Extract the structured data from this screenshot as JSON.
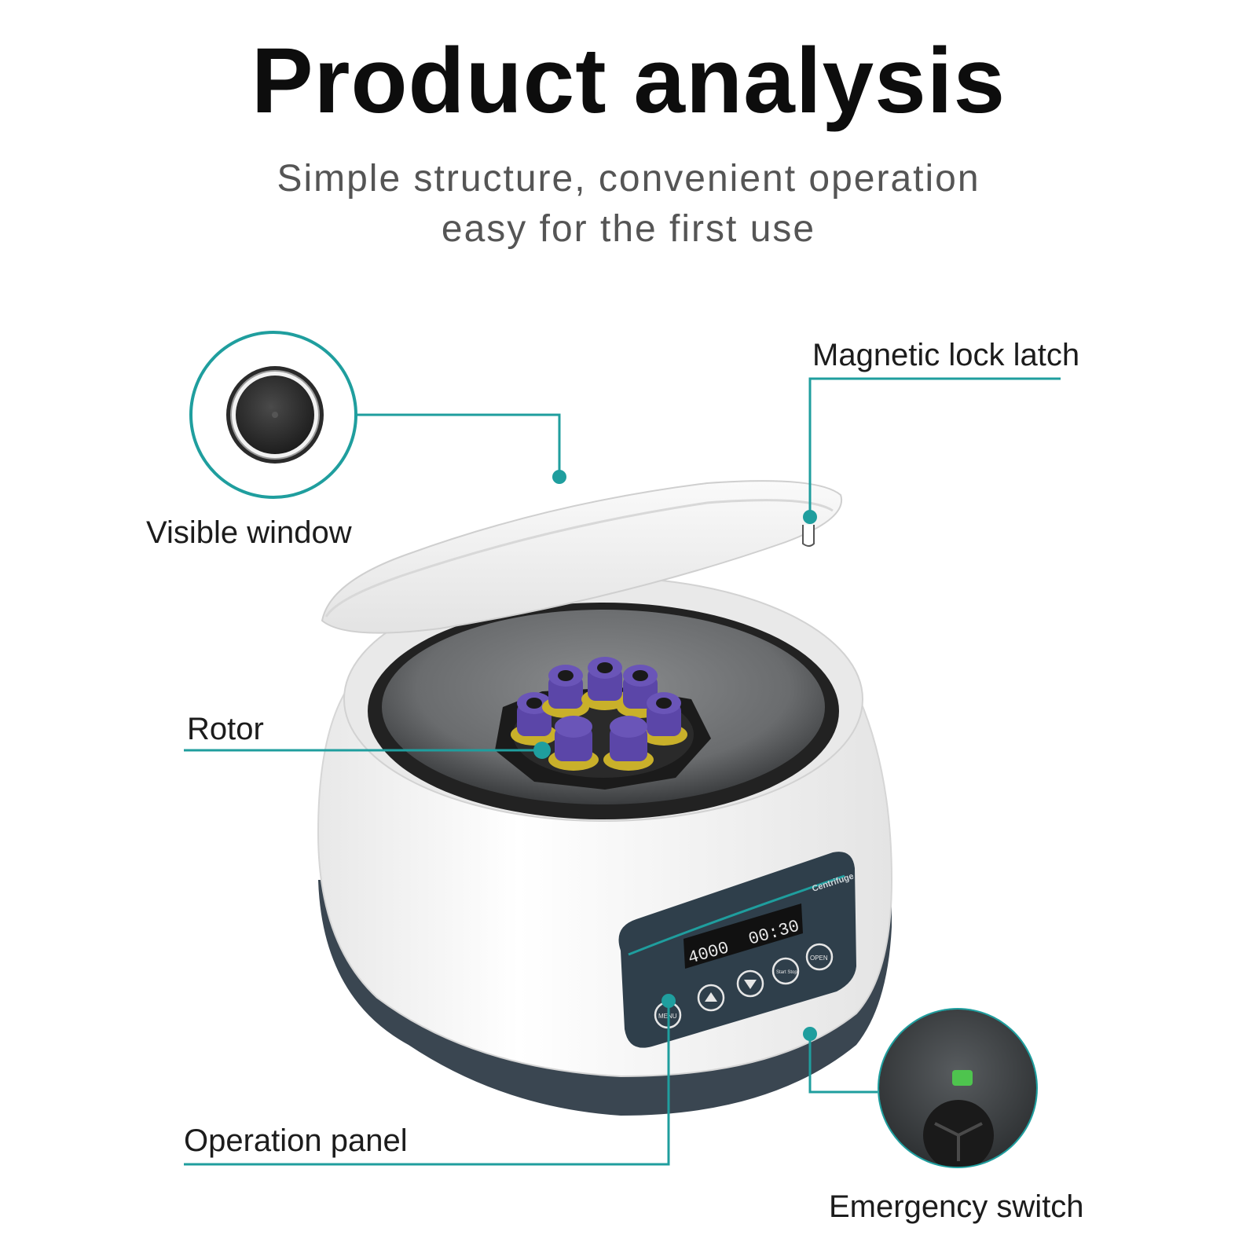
{
  "header": {
    "title": "Product analysis",
    "subtitle_line1": "Simple structure, convenient operation",
    "subtitle_line2": "easy for the first use"
  },
  "callouts": {
    "visible_window": "Visible window",
    "magnetic_lock_latch": "Magnetic lock latch",
    "rotor": "Rotor",
    "operation_panel": "Operation panel",
    "emergency_switch": "Emergency switch"
  },
  "panel": {
    "brand": "Centrifuge",
    "speed": "4000",
    "time": "00:30",
    "buttons": {
      "menu": "MENU",
      "start_stop": "Start Stop",
      "open": "OPEN"
    }
  },
  "colors": {
    "accent": "#1f9e9e",
    "panel": "#2f3f4b",
    "tube": "#5b46a8",
    "tube_ring": "#c9b02a"
  }
}
